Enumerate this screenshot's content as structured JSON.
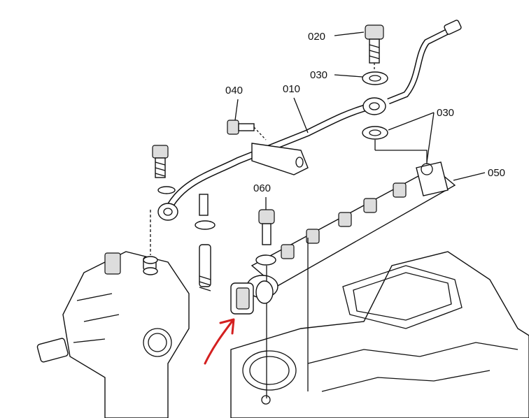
{
  "diagram": {
    "labels": {
      "part_020": "020",
      "part_030_top": "030",
      "part_040": "040",
      "part_010": "010",
      "part_030_right": "030",
      "part_050": "050",
      "part_060": "060"
    },
    "arrow_color": "#d42020"
  }
}
